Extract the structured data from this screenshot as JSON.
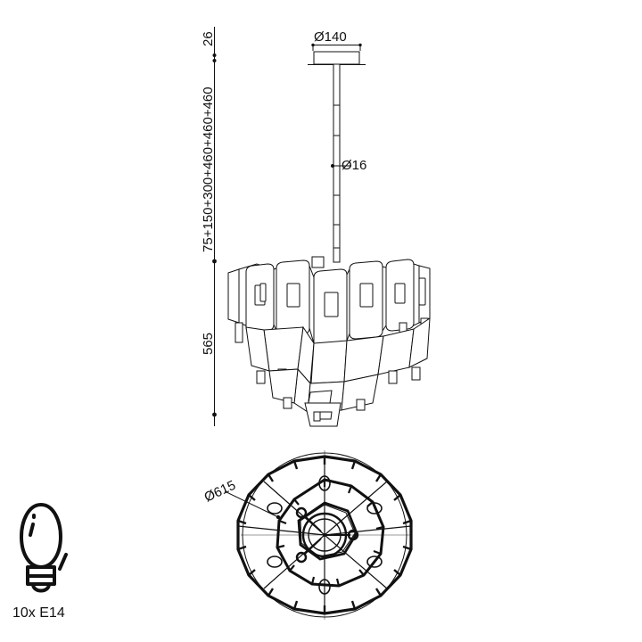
{
  "drawing": {
    "title": "Pendant chandelier technical drawing",
    "background_color": "#ffffff",
    "line_color": "#111111"
  },
  "elevation": {
    "canopy_diameter_label": "Ø140",
    "rod_diameter_label": "Ø16",
    "suspension_label": "75+150+300+460+460+460",
    "canopy_height_label": "26",
    "body_height_label": "565"
  },
  "plan": {
    "diameter_label": "Ø615"
  },
  "lamp": {
    "spec_label": "10x E14",
    "icon": "candle-bulb-icon"
  }
}
